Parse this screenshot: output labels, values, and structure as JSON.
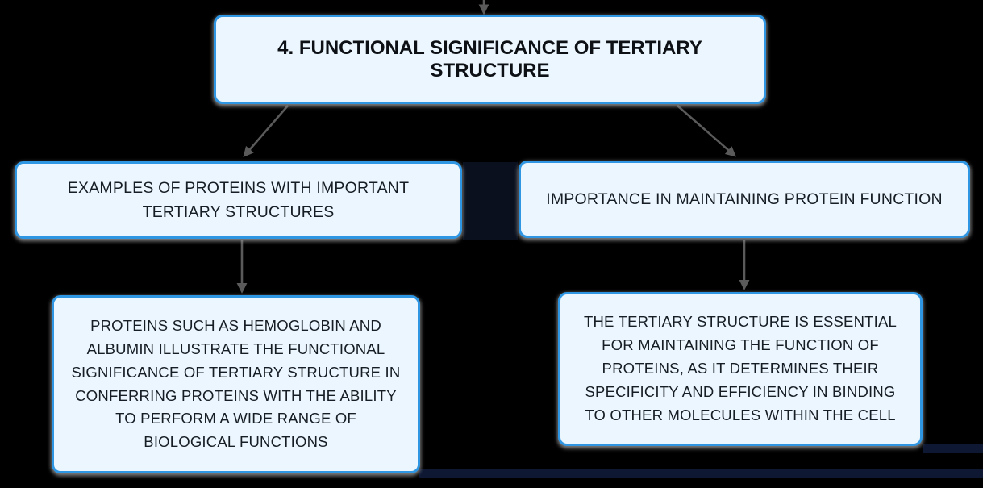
{
  "diagram": {
    "title": "4. FUNCTIONAL SIGNIFICANCE OF TERTIARY STRUCTURE",
    "colors": {
      "background": "#000000",
      "node_fill": "#ecf6fe",
      "node_border": "#2e96e3",
      "text": "#171d24",
      "connector": "#5a5a5a",
      "underlay_bar": "#0e1832"
    },
    "nodes": {
      "root": {
        "label": "4. FUNCTIONAL SIGNIFICANCE OF TERTIARY STRUCTURE"
      },
      "branch_left": {
        "label": "EXAMPLES OF PROTEINS WITH IMPORTANT TERTIARY STRUCTURES"
      },
      "branch_right": {
        "label": "IMPORTANCE IN MAINTAINING PROTEIN FUNCTION"
      },
      "leaf_left": {
        "label": "PROTEINS SUCH AS HEMOGLOBIN AND ALBUMIN ILLUSTRATE THE FUNCTIONAL SIGNIFICANCE OF TERTIARY STRUCTURE IN CONFERRING PROTEINS WITH THE ABILITY TO PERFORM A WIDE RANGE OF BIOLOGICAL FUNCTIONS"
      },
      "leaf_right": {
        "label": "THE TERTIARY STRUCTURE IS ESSENTIAL FOR MAINTAINING THE FUNCTION OF PROTEINS, AS IT DETERMINES THEIR SPECIFICITY AND EFFICIENCY IN BINDING TO OTHER MOLECULES WITHIN THE CELL"
      }
    },
    "edges": [
      {
        "from": "offscreen-top",
        "to": "root"
      },
      {
        "from": "root",
        "to": "branch_left"
      },
      {
        "from": "root",
        "to": "branch_right"
      },
      {
        "from": "branch_left",
        "to": "leaf_left"
      },
      {
        "from": "branch_right",
        "to": "leaf_right"
      }
    ]
  }
}
